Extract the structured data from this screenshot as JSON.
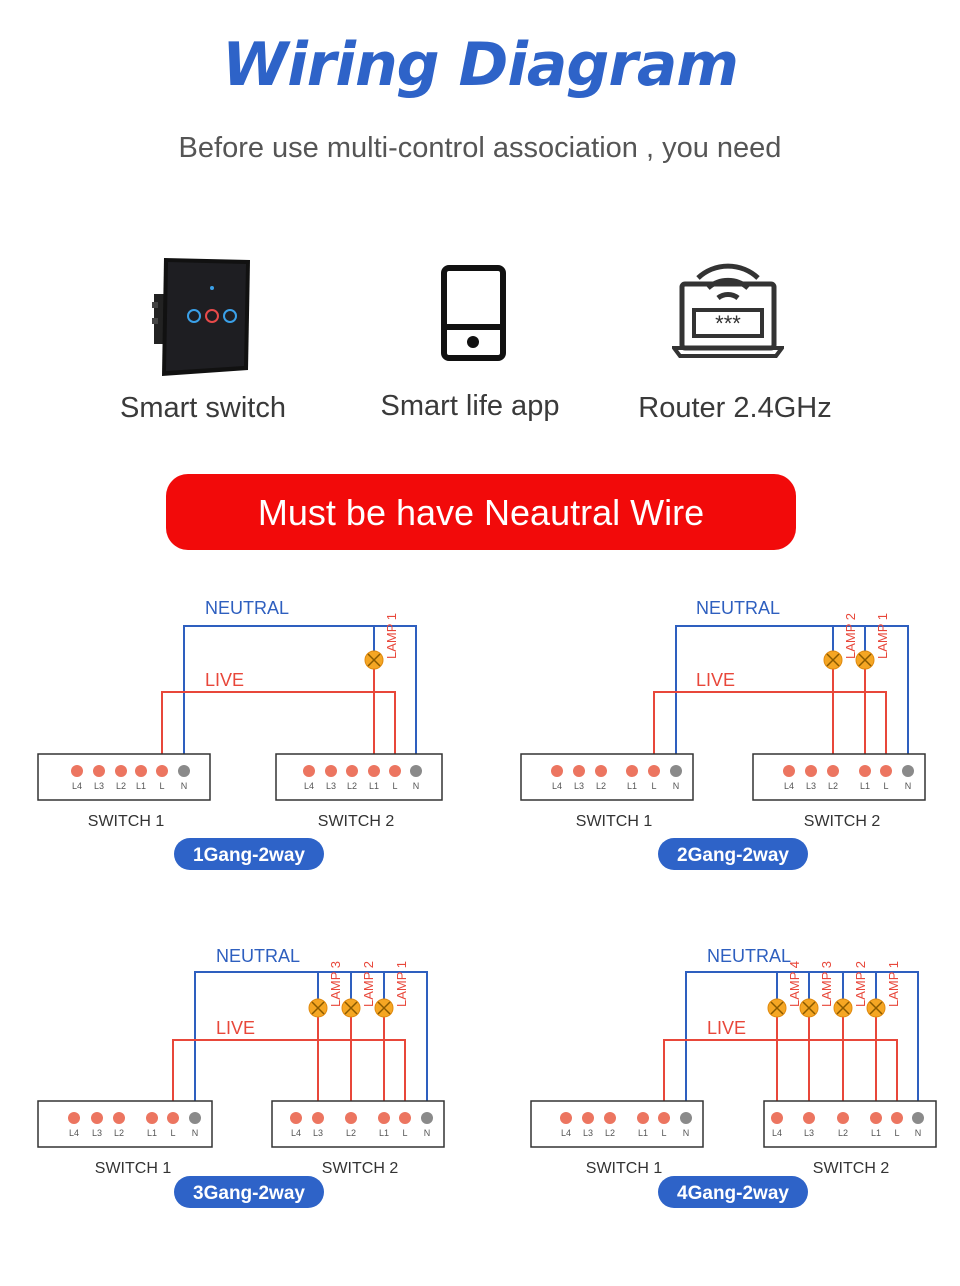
{
  "header": {
    "title": "Wiring Diagram",
    "subtitle": "Before use multi-control association  , you need"
  },
  "requirements": [
    {
      "label": "Smart switch",
      "icon": "smart-switch-icon"
    },
    {
      "label": "Smart life app",
      "icon": "phone-icon"
    },
    {
      "label": "Router 2.4GHz",
      "icon": "router-icon"
    }
  ],
  "banner": {
    "text": "Must be have Neautral Wire"
  },
  "colors": {
    "neutral": "#2e5fbf",
    "live": "#e8473a",
    "terminal_live": "#ec7560",
    "terminal_neutral": "#8a8a8a",
    "lamp": "#f5a623",
    "badge": "#2e63c8"
  },
  "diagrams": [
    {
      "badge": "1Gang-2way",
      "neutral_label": "NEUTRAL",
      "live_label": "LIVE",
      "switch1": {
        "name": "SWITCH 1",
        "terminals": [
          "L4",
          "L3",
          "L2",
          "L1",
          "L",
          "N"
        ]
      },
      "switch2": {
        "name": "SWITCH 2",
        "terminals": [
          "L4",
          "L3",
          "L2",
          "L1",
          "L",
          "N"
        ]
      },
      "lamps": [
        "LAMP 1"
      ]
    },
    {
      "badge": "2Gang-2way",
      "neutral_label": "NEUTRAL",
      "live_label": "LIVE",
      "switch1": {
        "name": "SWITCH 1",
        "terminals": [
          "L4",
          "L3",
          "L2",
          "L1",
          "L",
          "N"
        ]
      },
      "switch2": {
        "name": "SWITCH 2",
        "terminals": [
          "L4",
          "L3",
          "L2",
          "L1",
          "L",
          "N"
        ]
      },
      "lamps": [
        "LAMP 2",
        "LAMP 1"
      ]
    },
    {
      "badge": "3Gang-2way",
      "neutral_label": "NEUTRAL",
      "live_label": "LIVE",
      "switch1": {
        "name": "SWITCH 1",
        "terminals": [
          "L4",
          "L3",
          "L2",
          "L1",
          "L",
          "N"
        ]
      },
      "switch2": {
        "name": "SWITCH 2",
        "terminals": [
          "L4",
          "L3",
          "L2",
          "L1",
          "L",
          "N"
        ]
      },
      "lamps": [
        "LAMP 3",
        "LAMP 2",
        "LAMP 1"
      ]
    },
    {
      "badge": "4Gang-2way",
      "neutral_label": "NEUTRAL",
      "live_label": "LIVE",
      "switch1": {
        "name": "SWITCH 1",
        "terminals": [
          "L4",
          "L3",
          "L2",
          "L1",
          "L",
          "N"
        ]
      },
      "switch2": {
        "name": "SWITCH 2",
        "terminals": [
          "L4",
          "L3",
          "L2",
          "L1",
          "L",
          "N"
        ]
      },
      "lamps": [
        "LAMP 4",
        "LAMP 3",
        "LAMP 2",
        "LAMP 1"
      ]
    }
  ]
}
